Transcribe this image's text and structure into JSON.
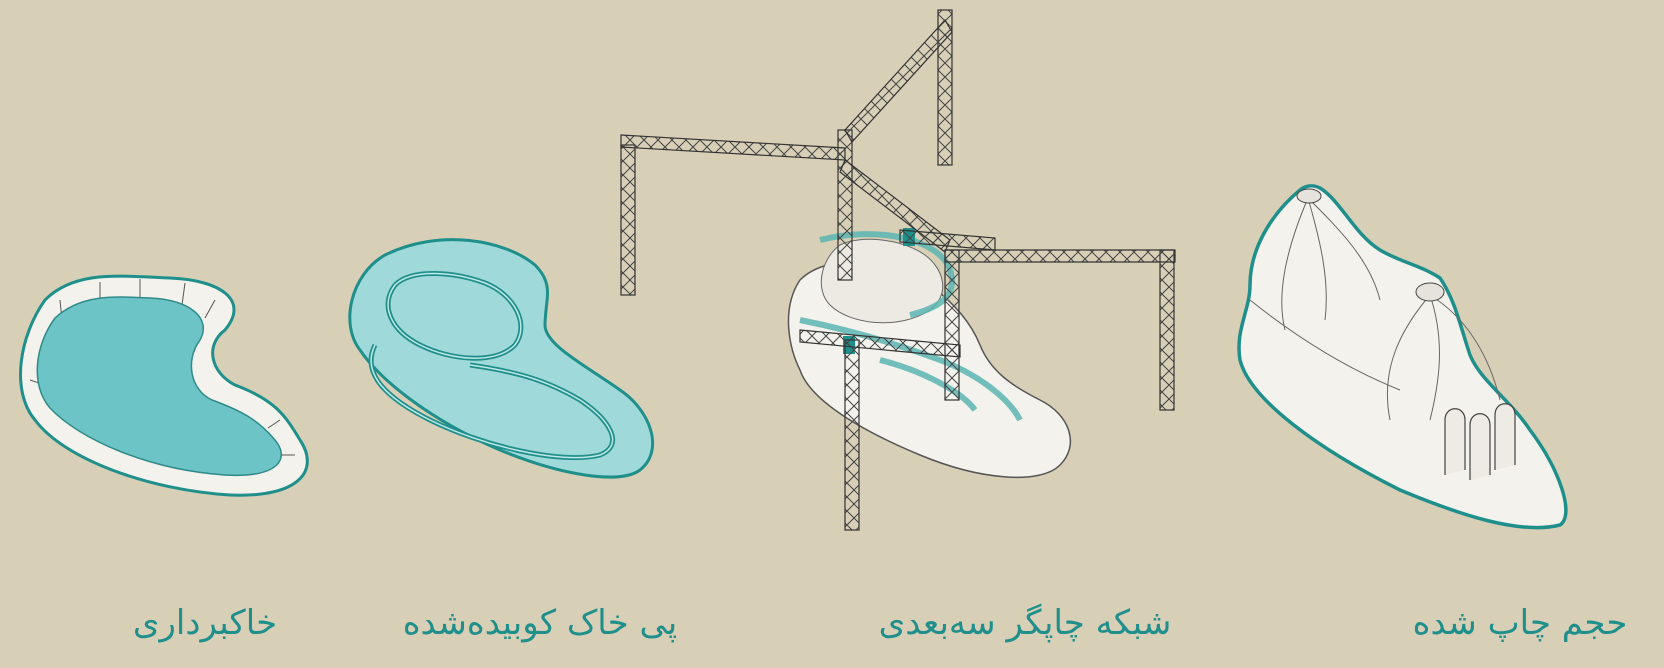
{
  "stages": [
    {
      "id": "excavation",
      "caption": "خاکبرداری"
    },
    {
      "id": "compacted-soil-foundation",
      "caption": "پی خاک کوبیده‌شده"
    },
    {
      "id": "3d-printer-network",
      "caption": "شبکه چاپگر سه‌بعدی"
    },
    {
      "id": "printed-volume",
      "caption": "حجم چاپ شده"
    }
  ],
  "colors": {
    "background": "#d8cfb7",
    "accent": "#1f8f8c",
    "fill_light": "#9fd9da",
    "fill_dark": "#6cc4c6",
    "shell": "#f3f0ea",
    "line": "#3a3a3a"
  }
}
